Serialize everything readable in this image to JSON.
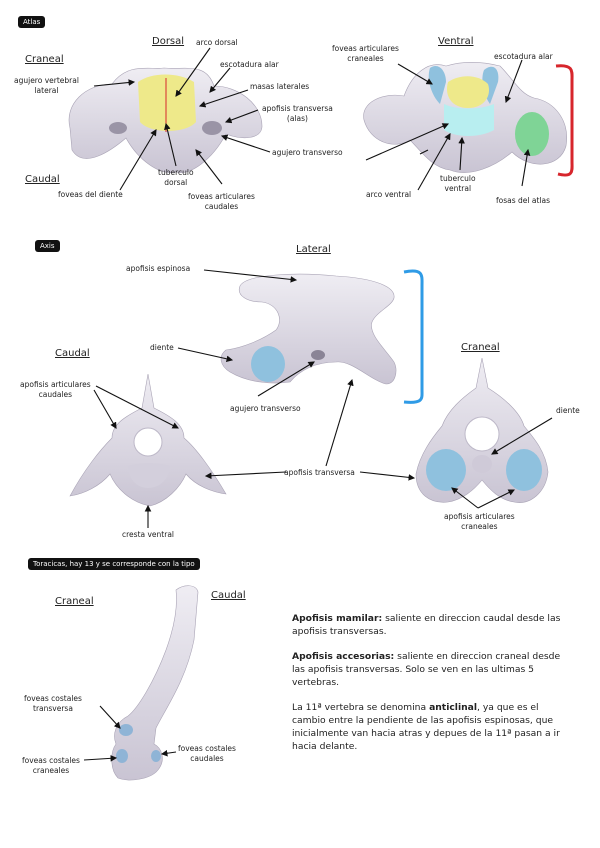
{
  "atlas": {
    "tag": "Atlas",
    "headings": {
      "craneal": "Craneal",
      "caudal": "Caudal",
      "dorsal": "Dorsal",
      "ventral": "Ventral"
    },
    "labels": {
      "agujero_vertebral": "agujero vertebral\nlateral",
      "arco_dorsal": "arco dorsal",
      "escotadura_alar_dorsal": "escotadura alar",
      "masas_laterales": "masas laterales",
      "apofisis_transversa": "apofisis transversa\n(alas)",
      "agujero_transverso": "agujero transverso",
      "foveas_del_diente": "foveas del diente",
      "tuberculo_dorsal": "tuberculo\ndorsal",
      "foveas_articulares_caudales": "foveas articulares\ncaudales",
      "foveas_articulares_craneales": "foveas articulares\ncraneales",
      "escotadura_alar_ventral": "escotadura alar",
      "tuberculo_ventral": "tuberculo\nventral",
      "arco_ventral": "arco ventral",
      "fosas_del_atlas": "fosas del atlas"
    }
  },
  "axis": {
    "tag": "Axis",
    "headings": {
      "lateral": "Lateral",
      "caudal": "Caudal",
      "craneal": "Craneal"
    },
    "labels": {
      "apofisis_espinosa": "apofisis espinosa",
      "diente_lateral": "diente",
      "agujero_transverso": "agujero transverso",
      "apofisis_articulares_caudales": "apofisis articulares\ncaudales",
      "apofisis_transversa": "apofisis transversa",
      "cresta_ventral": "cresta ventral",
      "diente_craneal": "diente",
      "apofisis_articulares_craneales": "apofisis articulares\ncraneales"
    }
  },
  "toracicas": {
    "tag": "Toracicas, hay 13 y se corresponde con la tipo",
    "headings": {
      "craneal": "Craneal",
      "caudal": "Caudal"
    },
    "labels": {
      "foveas_costales_transversa": "foveas costales\ntransversa",
      "foveas_costales_craneales": "foveas costales\ncraneales",
      "foveas_costales_caudales": "foveas costales\ncaudales"
    },
    "notes": {
      "mamilar_term": "Apofisis mamilar:",
      "mamilar_text": " saliente en direccion caudal desde las apofisis transversas.",
      "accesorias_term": "Apofisis accesorias:",
      "accesorias_text": " saliente en direccion craneal desde las apofisis transversas. Solo se ven en las ultimas 5 vertebras.",
      "anticlinal_pre": "La 11ª vertebra se denomina ",
      "anticlinal_term": "anticlinal",
      "anticlinal_post": ", ya que es el cambio entre la pendiente de las apofisis espinosas, que inicialmente van hacia atras y depues de la 11ª pasan a ir hacia delante."
    }
  },
  "colors": {
    "bone": "#e4e1ea",
    "bone_shadow": "#b9b4c4",
    "yellow": "#eee98a",
    "cyan": "#b8eef0",
    "blue": "#8fc1de",
    "green": "#7fd496",
    "red_bracket": "#d7262c",
    "blue_bracket": "#2f9be6"
  }
}
